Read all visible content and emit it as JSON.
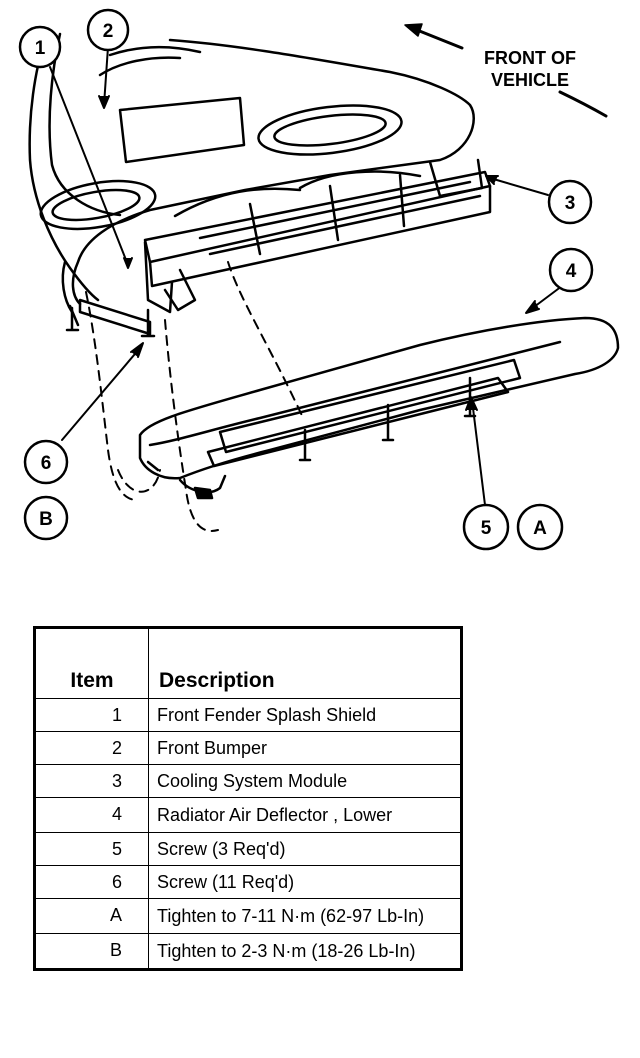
{
  "diagram": {
    "orientation_label_line1": "FRONT OF",
    "orientation_label_line2": "VEHICLE",
    "callouts": [
      "1",
      "2",
      "3",
      "4",
      "5",
      "6",
      "A",
      "B"
    ]
  },
  "table": {
    "headers": {
      "item": "Item",
      "description": "Description"
    },
    "rows": [
      {
        "item": "1",
        "description": "Front Fender Splash Shield"
      },
      {
        "item": "2",
        "description": "Front Bumper"
      },
      {
        "item": "3",
        "description": "Cooling System Module"
      },
      {
        "item": "4",
        "description": "Radiator Air Deflector , Lower"
      },
      {
        "item": "5",
        "description": "Screw (3 Req'd)"
      },
      {
        "item": "6",
        "description": "Screw (11 Req'd)"
      },
      {
        "item": "A",
        "description": "Tighten to 7-11 N·m (62-97 Lb-In)"
      },
      {
        "item": "B",
        "description": "Tighten to 2-3 N·m (18-26 Lb-In)"
      }
    ]
  }
}
